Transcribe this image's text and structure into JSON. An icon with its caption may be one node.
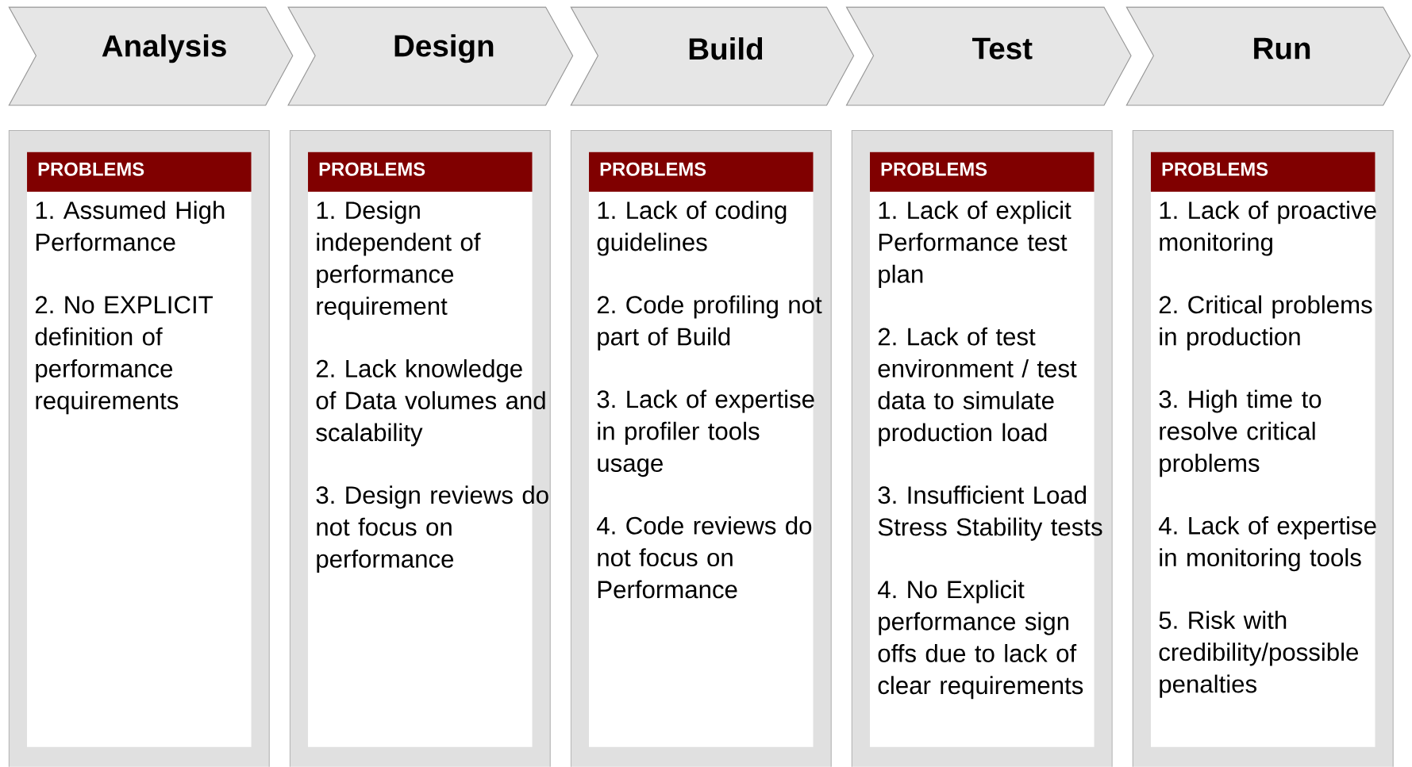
{
  "diagram": {
    "nodes": [
      {
        "text": [
          "Analysis"
        ]
      },
      {
        "text": [
          "Design"
        ]
      },
      {
        "text": [
          "Build"
        ]
      },
      {
        "text": [
          "Test"
        ]
      },
      {
        "text": [
          "Run"
        ]
      },
      {
        "text": [
          "PROBLEMS",
          "1. Assumed High Performance",
          "2. No EXPLICIT definition of performance requirements"
        ]
      },
      {
        "text": [
          "PROBLEMS",
          "1. Design independent of performance requirement",
          "2. Lack knowledge of Data volumes and scalability",
          "3. Design reviews do not focus on performance"
        ]
      },
      {
        "text": [
          "PROBLEMS",
          "1. Lack of coding guidelines",
          "2. Code profiling not part of Build",
          "3. Lack of expertise in profiler tools usage",
          "4. Code reviews do not focus on Performance"
        ]
      },
      {
        "text": [
          "PROBLEMS",
          "1. Lack of explicit Performance test plan",
          "2. Lack of test environment / test data to simulate production load",
          "3. Insufficient Load Stress Stability tests",
          "4. No Explicit performance sign offs due to lack of clear requirements"
        ]
      },
      {
        "text": [
          "PROBLEMS",
          "1. Lack of proactive monitoring",
          "2. Critical problems in production",
          "3. High time to resolve critical problems",
          "4. Lack of expertise in monitoring tools",
          "5. Risk with credibility/possible penalties"
        ]
      }
    ]
  }
}
